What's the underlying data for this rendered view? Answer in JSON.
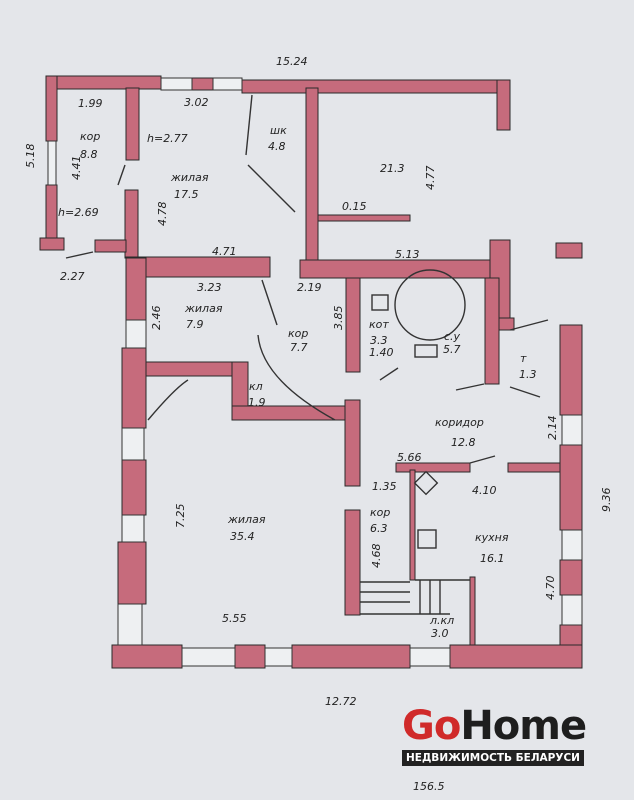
{
  "dimensions": {
    "top_total": "15.24",
    "left_total": "5.18",
    "right_total": "9.36",
    "bottom_total": "12.72",
    "total_area": "156.5",
    "d_1_99": "1.99",
    "d_3_02": "3.02",
    "d_4_41": "4.41",
    "d_4_78": "4.78",
    "d_4_77": "4.77",
    "d_0_15": "0.15",
    "d_2_27": "2.27",
    "d_4_71": "4.71",
    "d_3_23": "3.23",
    "d_2_19": "2.19",
    "d_5_13": "5.13",
    "d_2_46": "2.46",
    "d_3_85": "3.85",
    "d_1_40": "1.40",
    "d_2_14": "2.14",
    "d_5_66": "5.66",
    "d_1_35": "1.35",
    "d_4_10": "4.10",
    "d_7_25": "7.25",
    "d_4_68": "4.68",
    "d_4_70": "4.70",
    "d_5_55": "5.55"
  },
  "heights": {
    "h1": "h=2.77",
    "h2": "h=2.69"
  },
  "rooms": [
    {
      "name": "кор",
      "area": "8.8"
    },
    {
      "name": "жилая",
      "area": "17.5"
    },
    {
      "name": "шк",
      "area": "4.8"
    },
    {
      "name": "",
      "area": "21.3"
    },
    {
      "name": "жилая",
      "area": "7.9"
    },
    {
      "name": "кор",
      "area": "7.7"
    },
    {
      "name": "кот",
      "area": "3.3"
    },
    {
      "name": "с.у",
      "area": "5.7"
    },
    {
      "name": "т",
      "area": "1.3"
    },
    {
      "name": "кл",
      "area": "1.9"
    },
    {
      "name": "коридор",
      "area": "12.8"
    },
    {
      "name": "жилая",
      "area": "35.4"
    },
    {
      "name": "кор",
      "area": "6.3"
    },
    {
      "name": "кухня",
      "area": "16.1"
    },
    {
      "name": "л.кл",
      "area": "3.0"
    }
  ],
  "logo": {
    "go": "Go",
    "home": "Home",
    "tagline": "НЕДВИЖИМОСТЬ БЕЛАРУСИ"
  },
  "colors": {
    "wall": "#c66b7c",
    "background": "#e4e6ea",
    "logo_red": "#d02a2a"
  }
}
